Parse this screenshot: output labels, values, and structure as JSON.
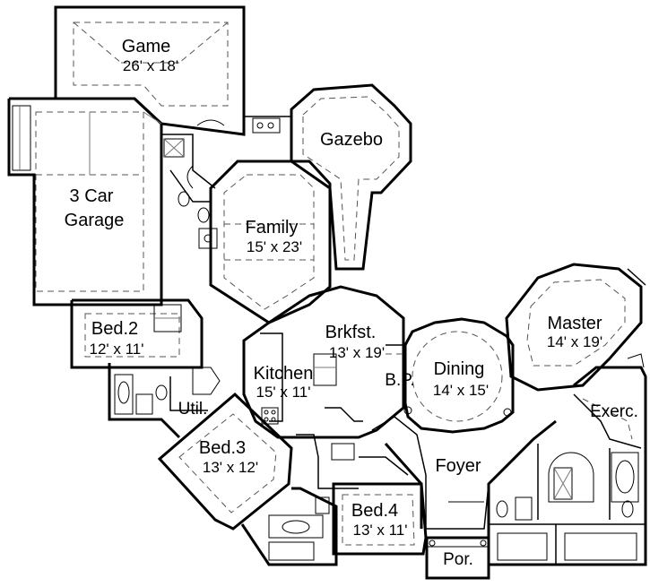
{
  "rooms": {
    "game": {
      "name": "Game",
      "size": "26' x 18'"
    },
    "gazebo": {
      "name": "Gazebo"
    },
    "garage": {
      "name_line1": "3 Car",
      "name_line2": "Garage"
    },
    "family": {
      "name": "Family",
      "size": "15' x 23'"
    },
    "bed2": {
      "name": "Bed.2",
      "size": "12' x 11'"
    },
    "brkfst": {
      "name": "Brkfst.",
      "size": "13' x 19'"
    },
    "master": {
      "name": "Master",
      "size": "14' x 19'"
    },
    "kitchen": {
      "name": "Kitchen",
      "size": "15' x 11'"
    },
    "bp": {
      "name": "B.P."
    },
    "dining": {
      "name": "Dining",
      "size": "14' x 15'"
    },
    "util": {
      "name": "Util."
    },
    "exerc": {
      "name": "Exerc."
    },
    "bed3": {
      "name": "Bed.3",
      "size": "13' x 12'"
    },
    "foyer": {
      "name": "Foyer"
    },
    "bed4": {
      "name": "Bed.4",
      "size": "13' x 11'"
    },
    "porch": {
      "name": "Por."
    }
  }
}
